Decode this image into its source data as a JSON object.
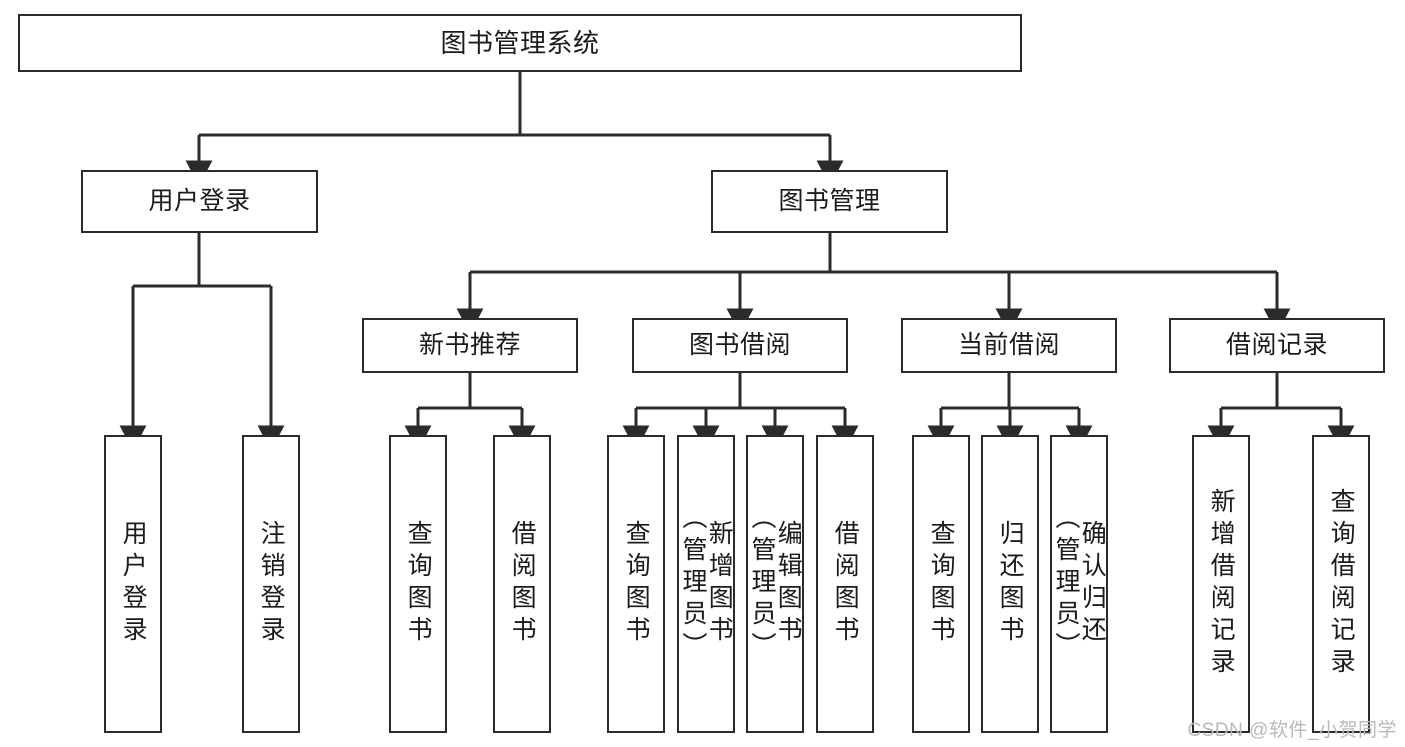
{
  "diagram": {
    "type": "tree-hierarchy-diagram",
    "title": "图书管理系统",
    "stroke_color": "#2b2b2b",
    "background_color": "#ffffff",
    "text_color": "#1b1b1b"
  },
  "root": {
    "label": "图书管理系统"
  },
  "level2": [
    {
      "label": "用户登录"
    },
    {
      "label": "图书管理"
    }
  ],
  "level3": [
    {
      "label": "新书推荐"
    },
    {
      "label": "图书借阅"
    },
    {
      "label": "当前借阅"
    },
    {
      "label": "借阅记录"
    }
  ],
  "leaves": {
    "user_login": [
      {
        "label": "用户登录"
      },
      {
        "label": "注销登录"
      }
    ],
    "new_book_recommend": [
      {
        "label": "查询图书"
      },
      {
        "label": "借阅图书"
      }
    ],
    "book_borrow": [
      {
        "label": "查询图书"
      },
      {
        "label": "新增图书\n（管理员）"
      },
      {
        "label": "编辑图书\n（管理员）"
      },
      {
        "label": "借阅图书"
      }
    ],
    "current_borrow": [
      {
        "label": "查询图书"
      },
      {
        "label": "归还图书"
      },
      {
        "label": "确认归还\n（管理员）"
      }
    ],
    "borrow_record": [
      {
        "label": "新增借阅记录"
      },
      {
        "label": "查询借阅记录"
      }
    ]
  },
  "watermark": {
    "text": "CSDN @软件_小贺同学"
  }
}
